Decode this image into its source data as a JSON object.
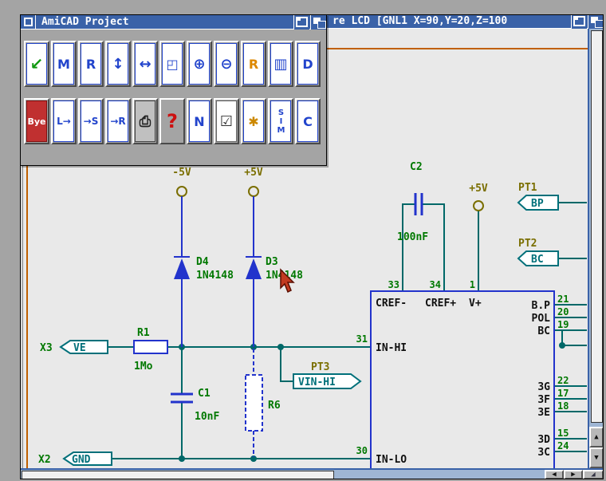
{
  "colors": {
    "titlebar_blue": "#3A62A8",
    "wire_teal": "#006868",
    "component_blue": "#2233CC",
    "label_green": "#007800",
    "label_olive": "#7A6E00",
    "net_teal": "#00707A",
    "sheet_orange": "#C06000",
    "quit_red": "#C03030"
  },
  "back_window": {
    "title": "re LCD [GNL1 X=90,Y=20,Z=100"
  },
  "tool_window": {
    "title": "AmiCAD Project",
    "row1": [
      {
        "name": "select",
        "glyph": "↙"
      },
      {
        "name": "move",
        "glyph": "M"
      },
      {
        "name": "replace",
        "glyph": "R"
      },
      {
        "name": "stretch-vertical",
        "glyph": "↕"
      },
      {
        "name": "stretch-horizontal",
        "glyph": "↔"
      },
      {
        "name": "zoom-window",
        "glyph": "◰"
      },
      {
        "name": "zoom-in",
        "glyph": "⊕"
      },
      {
        "name": "zoom-out",
        "glyph": "⊖"
      },
      {
        "name": "redraw",
        "glyph": "R"
      },
      {
        "name": "window-list",
        "glyph": "▥"
      },
      {
        "name": "display",
        "glyph": "D"
      }
    ],
    "row2": [
      {
        "name": "quit",
        "glyph": "Bye"
      },
      {
        "name": "load",
        "glyph": "L→"
      },
      {
        "name": "save",
        "glyph": "→S"
      },
      {
        "name": "merge",
        "glyph": "→R"
      },
      {
        "name": "print",
        "glyph": "⎙"
      },
      {
        "name": "help",
        "glyph": "?"
      },
      {
        "name": "new",
        "glyph": "N"
      },
      {
        "name": "edit",
        "glyph": "☑"
      },
      {
        "name": "options",
        "glyph": "✱"
      },
      {
        "name": "simulation",
        "glyph": "SIM"
      },
      {
        "name": "components",
        "glyph": "C"
      }
    ]
  },
  "scrollbars": {
    "up": "▲",
    "down": "▼",
    "left": "◀",
    "right": "▶",
    "resize": "◢"
  },
  "schematic": {
    "power": {
      "neg5": "-5V",
      "pos5": "+5V",
      "pos5_ic": "+5V"
    },
    "parts": {
      "d4": {
        "ref": "D4",
        "value": "1N4148"
      },
      "d3": {
        "ref": "D3",
        "value": "1N4148"
      },
      "r1": {
        "ref": "R1",
        "value": "1Mo"
      },
      "c1": {
        "ref": "C1",
        "value": "10nF"
      },
      "c2": {
        "ref": "C2",
        "value": "100nF"
      },
      "r6": {
        "ref": "R6"
      }
    },
    "ports": {
      "x3": {
        "ref": "X3",
        "net": "VE"
      },
      "x2": {
        "ref": "X2",
        "net": "GND"
      },
      "pt1": {
        "ref": "PT1",
        "net": "BP"
      },
      "pt2": {
        "ref": "PT2",
        "net": "BC"
      },
      "pt3": {
        "ref": "PT3",
        "net": "VIN-HI"
      }
    },
    "ic": {
      "pins_top": [
        {
          "num": "33",
          "name": "CREF-"
        },
        {
          "num": "34",
          "name": "CREF+"
        },
        {
          "num": "1",
          "name": "V+"
        }
      ],
      "pins_left": [
        {
          "num": "31",
          "name": "IN-HI"
        },
        {
          "num": "30",
          "name": "IN-LO"
        }
      ],
      "pins_right": [
        {
          "num": "21",
          "name": "B.P"
        },
        {
          "num": "20",
          "name": "POL"
        },
        {
          "num": "19",
          "name": "BC"
        },
        {
          "num": "22",
          "name": "3G"
        },
        {
          "num": "17",
          "name": "3F"
        },
        {
          "num": "18",
          "name": "3E"
        },
        {
          "num": "15",
          "name": "3D"
        },
        {
          "num": "24",
          "name": "3C"
        }
      ]
    }
  }
}
